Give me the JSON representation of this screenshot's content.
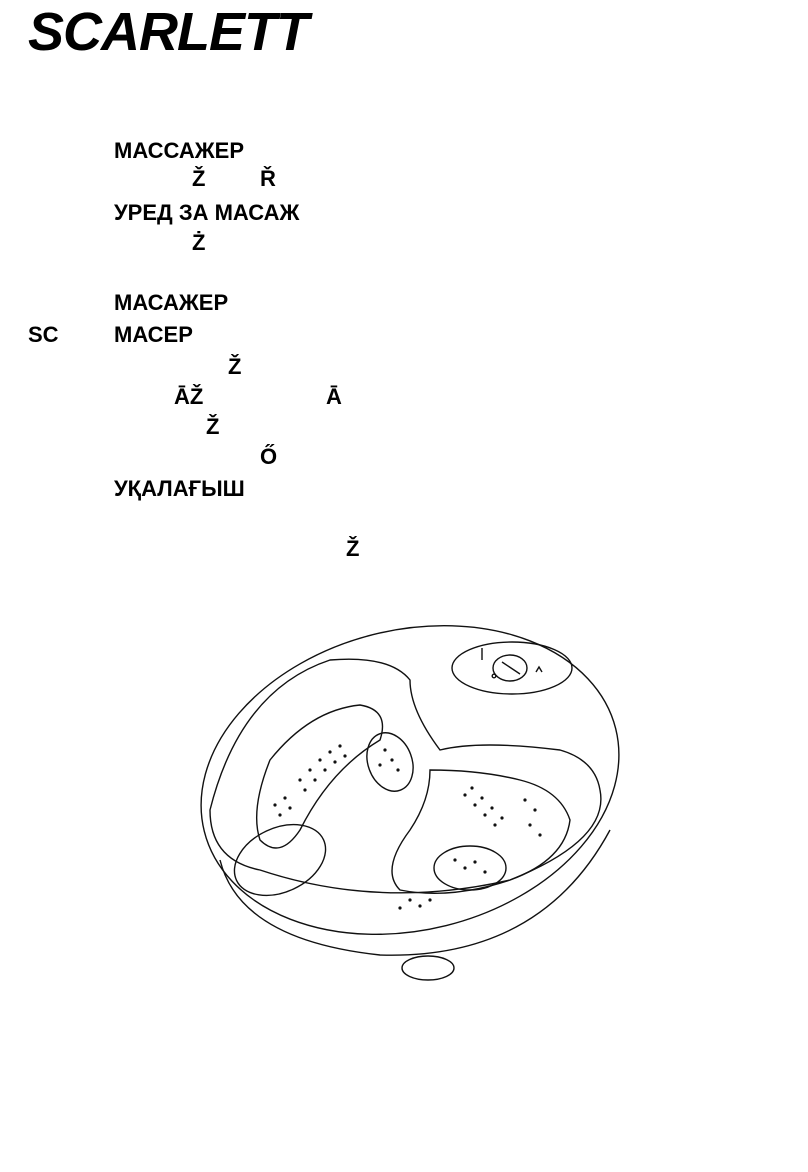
{
  "brand": {
    "logo_text": "SCARLETT"
  },
  "titles": {
    "ru_title": "МАССАЖЕР",
    "cz_z": "Ž",
    "cz_r": "Ř",
    "bg_title": "УРЕД ЗА МАСАЖ",
    "pl_z": "Ż",
    "ua_title": "МАСАЖЕР",
    "model": "SC",
    "sr_title": "МАСЕР",
    "est_z": "Ž",
    "lv_az": "ĀŽ",
    "lv_a": "Ā",
    "lt_z": "Ž",
    "hu_o": "Ő",
    "kz_title": "УҚАЛАҒЫШ",
    "hr_z": "Ž"
  },
  "illustration": {
    "label": "foot-massager-drawing",
    "control_panel_icons": [
      "power-icon",
      "heat-icon",
      "bubble-icon"
    ]
  }
}
